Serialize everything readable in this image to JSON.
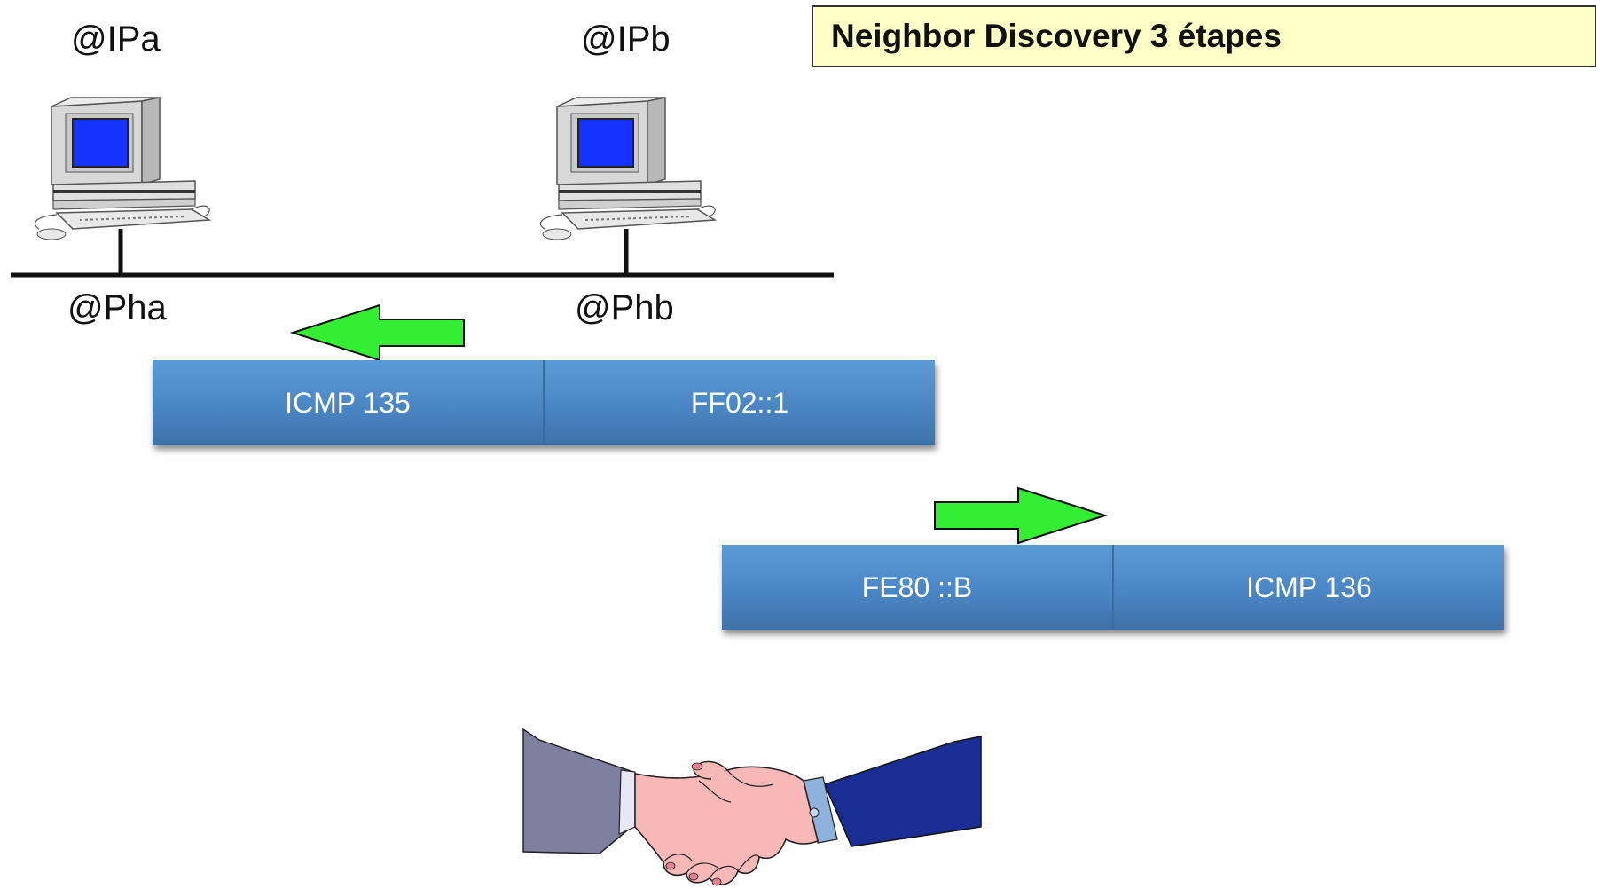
{
  "title": "Neighbor Discovery 3 étapes",
  "hosts": {
    "a": {
      "ip_label": "@IPa",
      "phys_label": "@Pha"
    },
    "b": {
      "ip_label": "@IPb",
      "phys_label": "@Phb"
    }
  },
  "frames": [
    {
      "fields": [
        "ICMP 135",
        "FF02::1"
      ],
      "direction": "left"
    },
    {
      "fields": [
        "FE80 ::B",
        "ICMP 136"
      ],
      "direction": "right"
    }
  ],
  "colors": {
    "frame_fill": "#4a86c4",
    "arrow_fill": "#33ee33",
    "title_background": "#ffffc8"
  },
  "icons": [
    "desktop-computer-icon",
    "desktop-computer-icon",
    "handshake-icon"
  ]
}
